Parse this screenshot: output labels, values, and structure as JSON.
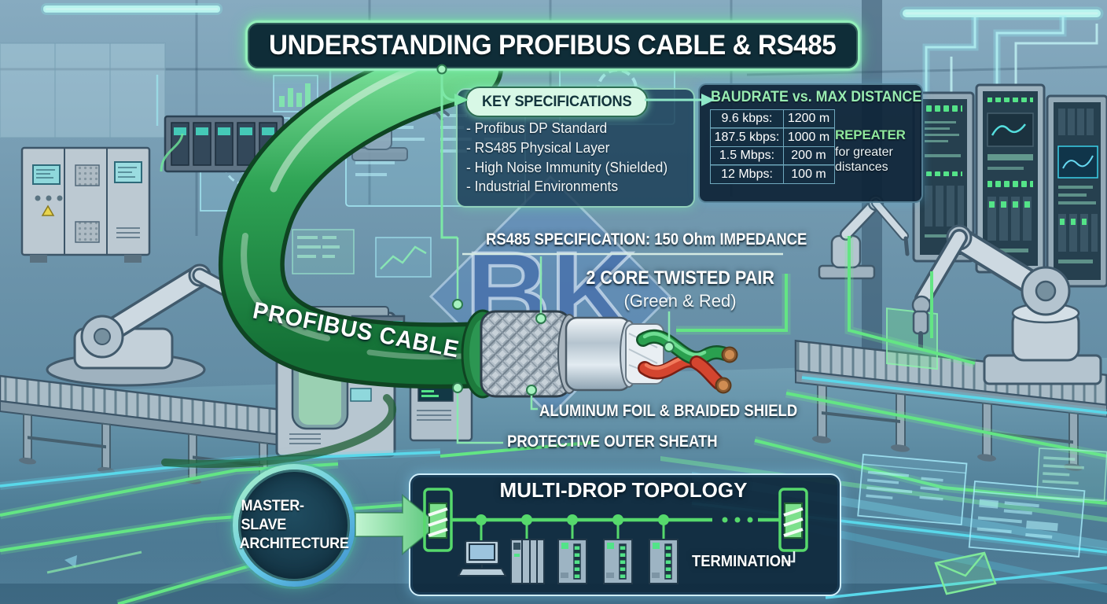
{
  "title": {
    "text": "UNDERSTANDING PROFIBUS CABLE & RS485"
  },
  "key_specs": {
    "heading": "KEY SPECIFICATIONS",
    "items": [
      "- Profibus DP Standard",
      "- RS485 Physical Layer",
      "- High Noise Immunity (Shielded)",
      "- Industrial Environments"
    ]
  },
  "baudrate": {
    "title": "BAUDRATE vs. MAX DISTANCE",
    "rows": [
      {
        "rate": "9.6 kbps:",
        "dist": "1200 m"
      },
      {
        "rate": "187.5 kbps:",
        "dist": "1000 m"
      },
      {
        "rate": "1.5 Mbps:",
        "dist": "200 m"
      },
      {
        "rate": "12 Mbps:",
        "dist": "100 m"
      }
    ],
    "note_title": "REPEATER",
    "note_body": "for greater distances"
  },
  "cable": {
    "name_label": "PROFIBUS CABLE",
    "spec_line": "RS485 SPECIFICATION: 150 Ohm IMPEDANCE",
    "pair_title": "2 CORE TWISTED PAIR",
    "pair_sub": "(Green & Red)",
    "shield_label": "ALUMINUM FOIL & BRAIDED SHIELD",
    "sheath_label": "PROTECTIVE OUTER SHEATH"
  },
  "topology": {
    "title": "MULTI-DROP TOPOLOGY",
    "termination": "TERMINATION"
  },
  "architecture": {
    "line1": "MASTER-SLAVE",
    "line2": "ARCHITECTURE"
  },
  "watermark": {
    "text": "BK"
  },
  "colors": {
    "accent_green": "#58e388",
    "hologram_cyan": "#7fe0f0",
    "cable_green": "#2aa04f",
    "wire_red": "#d4452f",
    "panel_navy": "#12304a",
    "pill_green": "#d8f8e6",
    "table_title_green": "#98ecb2"
  }
}
